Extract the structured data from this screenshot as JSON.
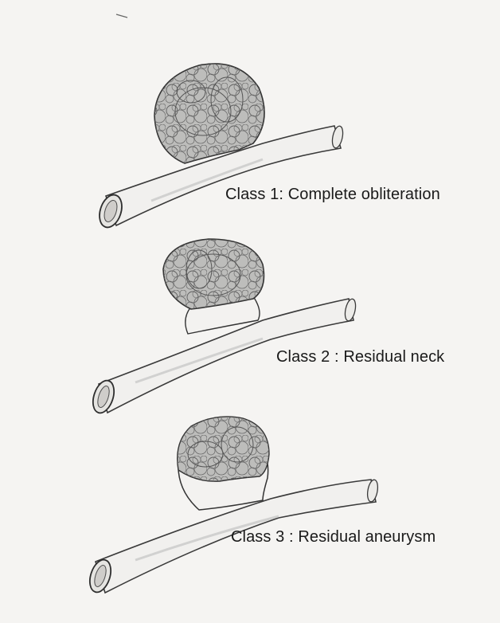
{
  "figure": {
    "panels": [
      {
        "label": "Class 1: Complete obliteration"
      },
      {
        "label": "Class 2 : Residual neck"
      },
      {
        "label": "Class 3 : Residual aneurysm"
      }
    ]
  }
}
